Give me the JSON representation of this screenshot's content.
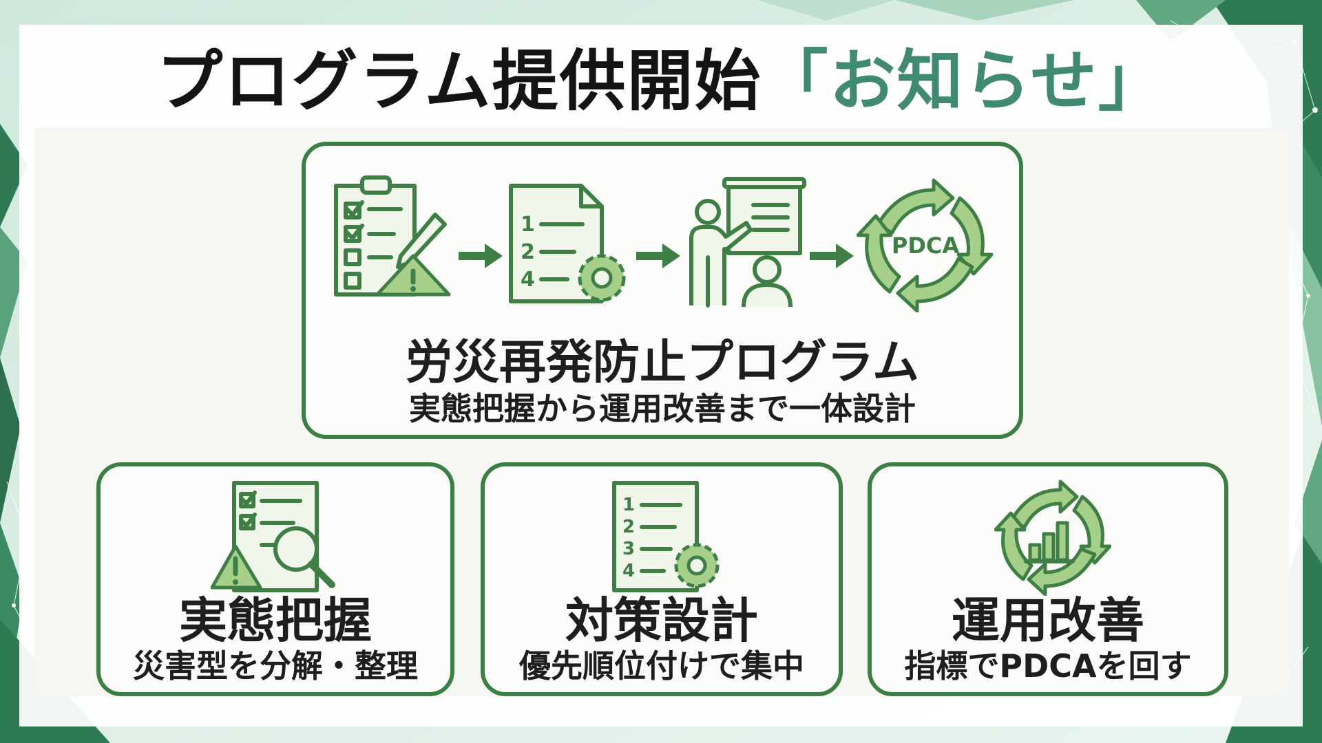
{
  "header": {
    "title_main": "プログラム提供開始",
    "title_accent": "「お知らせ」"
  },
  "program": {
    "title": "労災再発防止プログラム",
    "subtitle": "実態把握から運用改善まで一体設計",
    "flow_icons": [
      "checklist-warning-icon",
      "numbered-list-gear-icon",
      "presentation-icon",
      "pdca-cycle-icon"
    ],
    "pdca_label": "PDCA"
  },
  "features": [
    {
      "title": "実態把握",
      "subtitle": "災害型を分解・整理",
      "icon": "checklist-magnifier-icon"
    },
    {
      "title": "対策設計",
      "subtitle": "優先順位付けで集中",
      "icon": "numbered-list-gear-icon"
    },
    {
      "title": "運用改善",
      "subtitle": "指標でPDCAを回す",
      "icon": "cycle-bar-chart-icon"
    }
  ],
  "numbers": {
    "top_list": [
      "1",
      "2",
      "4"
    ],
    "feature_list": [
      "1",
      "2",
      "3",
      "4"
    ]
  },
  "colors": {
    "accent_title": "#3f8a70",
    "border_green": "#3c7f45",
    "icon_light_green": "#a6d08a",
    "background_green": "#2f7a5a"
  }
}
